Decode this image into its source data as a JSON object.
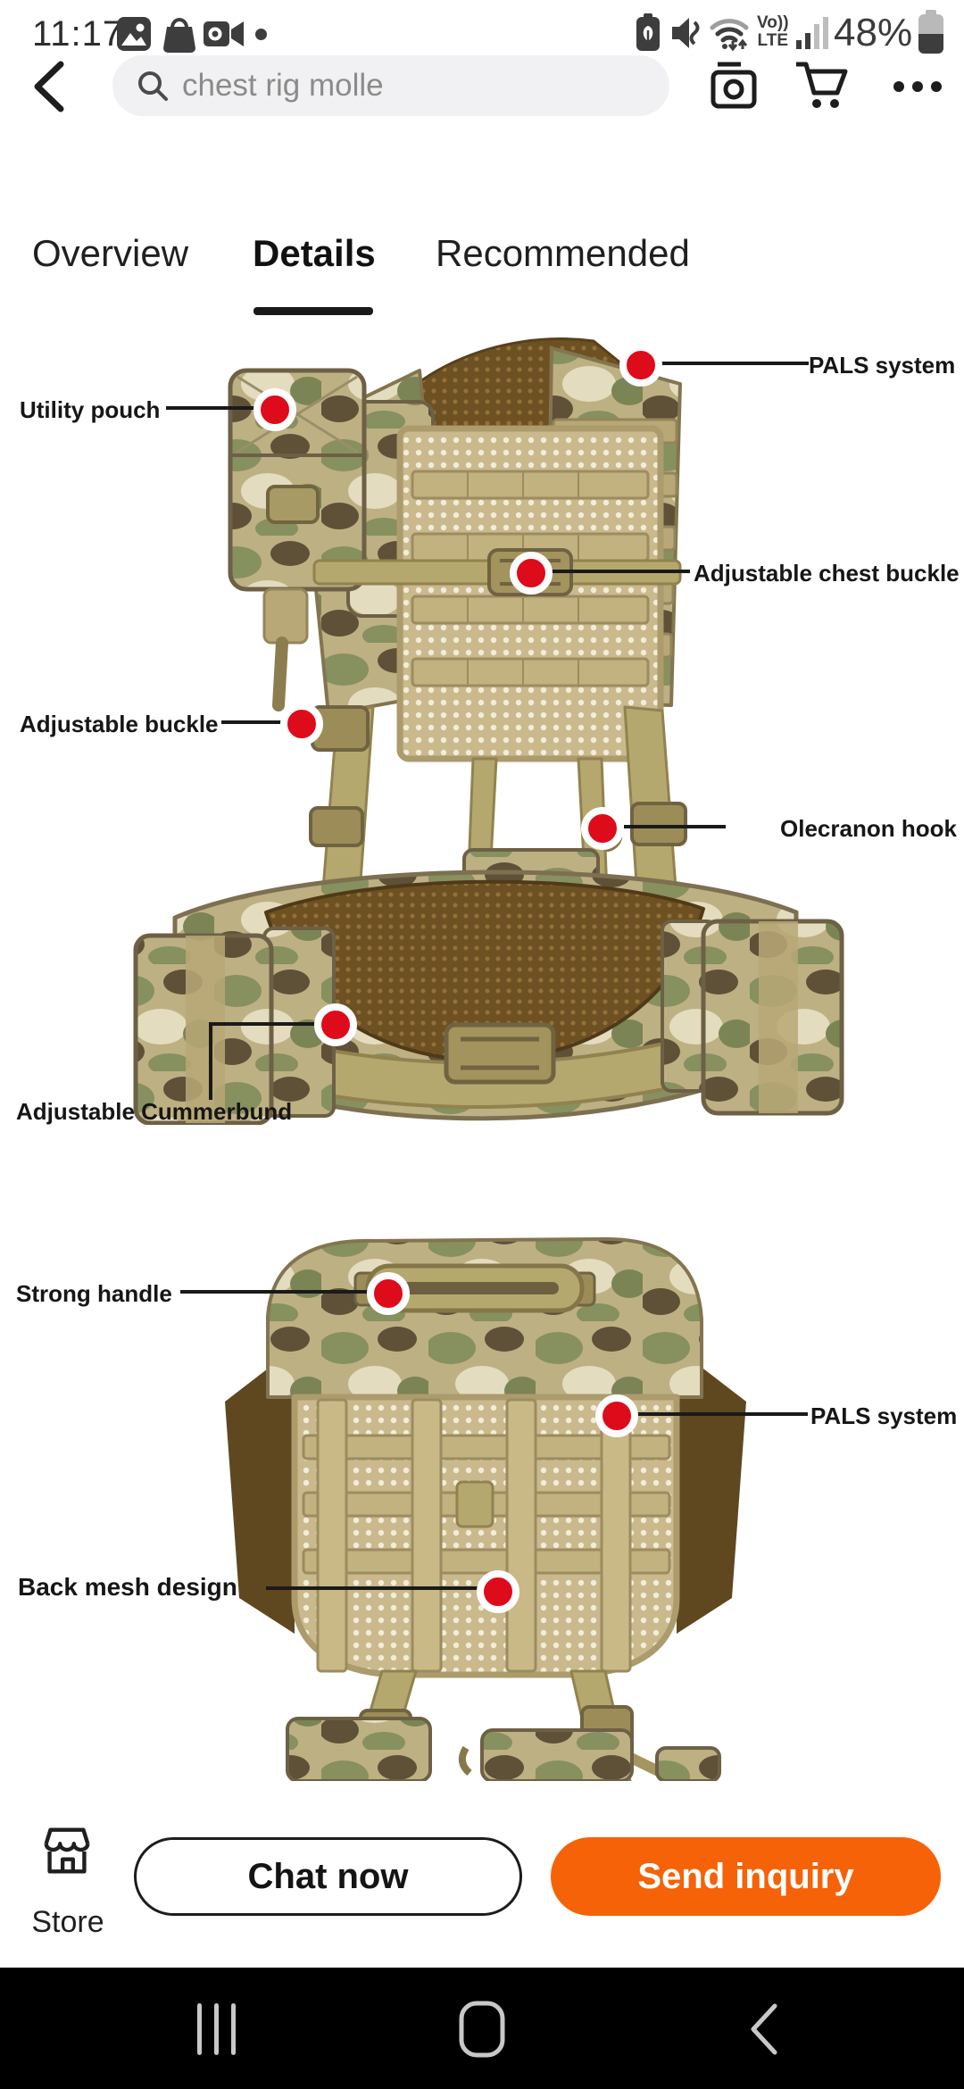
{
  "status": {
    "time": "11:17",
    "battery_pct": "48%",
    "volte_line1": "Vo))",
    "volte_line2": "LTE",
    "left_icons": [
      "gallery",
      "shopping-bag",
      "screen-record",
      "notification-dot"
    ],
    "right_icons": [
      "battery-saver",
      "mute-vibrate",
      "wifi-arrows",
      "volte",
      "signal-bars",
      "battery"
    ]
  },
  "header": {
    "search_query": "chest rig molle",
    "icons": [
      "back-chevron",
      "search-magnifier",
      "camera-search",
      "cart",
      "more-ellipsis"
    ]
  },
  "tabs": {
    "overview": "Overview",
    "details": "Details",
    "recommended": "Recommended"
  },
  "annotations": {
    "front": {
      "pals": "PALS system",
      "utility": "Utility pouch",
      "chest_buckle": "Adjustable chest buckle",
      "adjustable_buckle": "Adjustable buckle",
      "olecranon": "Olecranon hook",
      "cummerbund": "Adjustable Cummerbund"
    },
    "back": {
      "handle": "Strong handle",
      "pals": "PALS system",
      "mesh": "Back mesh design"
    }
  },
  "footer": {
    "store": "Store",
    "chat": "Chat now",
    "inquiry": "Send inquiry"
  },
  "nav": {
    "icons": [
      "recents",
      "home",
      "back"
    ]
  },
  "colors": {
    "accent_orange": "#f56207",
    "annotation_red": "#de0b1b",
    "nav_bg": "#000000"
  }
}
